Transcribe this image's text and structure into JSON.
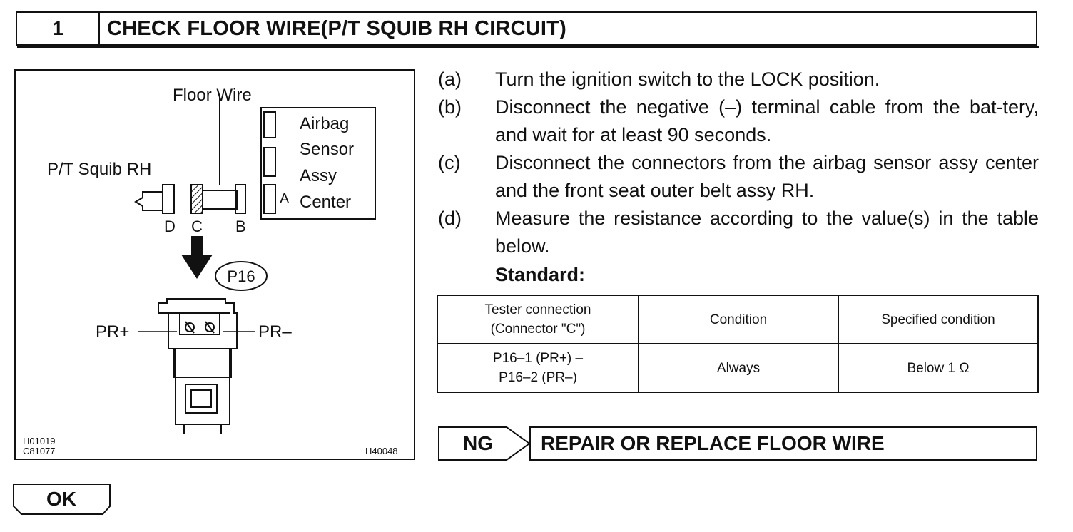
{
  "header": {
    "step_number": "1",
    "title": "CHECK FLOOR WIRE(P/T SQUIB RH CIRCUIT)"
  },
  "figure": {
    "floor_wire": "Floor Wire",
    "squib": "P/T Squib RH",
    "sensor_line1": "Airbag",
    "sensor_line2": "Sensor",
    "sensor_line3": "Assy",
    "sensor_line4": "Center",
    "conn_a": "A",
    "conn_b": "B",
    "conn_c": "C",
    "conn_d": "D",
    "connector_id": "P16",
    "pr_plus": "PR+",
    "pr_minus": "PR–",
    "code1": "H01019",
    "code2": "C81077",
    "code3": "H40048"
  },
  "steps": [
    {
      "label": "(a)",
      "text": "Turn the ignition switch to the LOCK position."
    },
    {
      "label": "(b)",
      "text": "Disconnect the negative (–) terminal cable from the bat-tery, and wait for at least 90 seconds."
    },
    {
      "label": "(c)",
      "text": "Disconnect the connectors from the airbag sensor assy center and the front seat outer belt assy RH."
    },
    {
      "label": "(d)",
      "text": "Measure the resistance according to the value(s) in the table below."
    }
  ],
  "standard_label": "Standard:",
  "table": {
    "headers": [
      "Tester connection (Connector \"C\")",
      "Condition",
      "Specified condition"
    ],
    "header_line1": "Tester connection",
    "header_line2": "(Connector \"C\")",
    "row_conn_line1": "P16–1 (PR+) –",
    "row_conn_line2": "P16–2 (PR–)",
    "row_condition": "Always",
    "row_spec": "Below 1 Ω"
  },
  "ng": {
    "label": "NG",
    "result": "REPAIR OR REPLACE FLOOR WIRE"
  },
  "ok": {
    "label": "OK"
  }
}
